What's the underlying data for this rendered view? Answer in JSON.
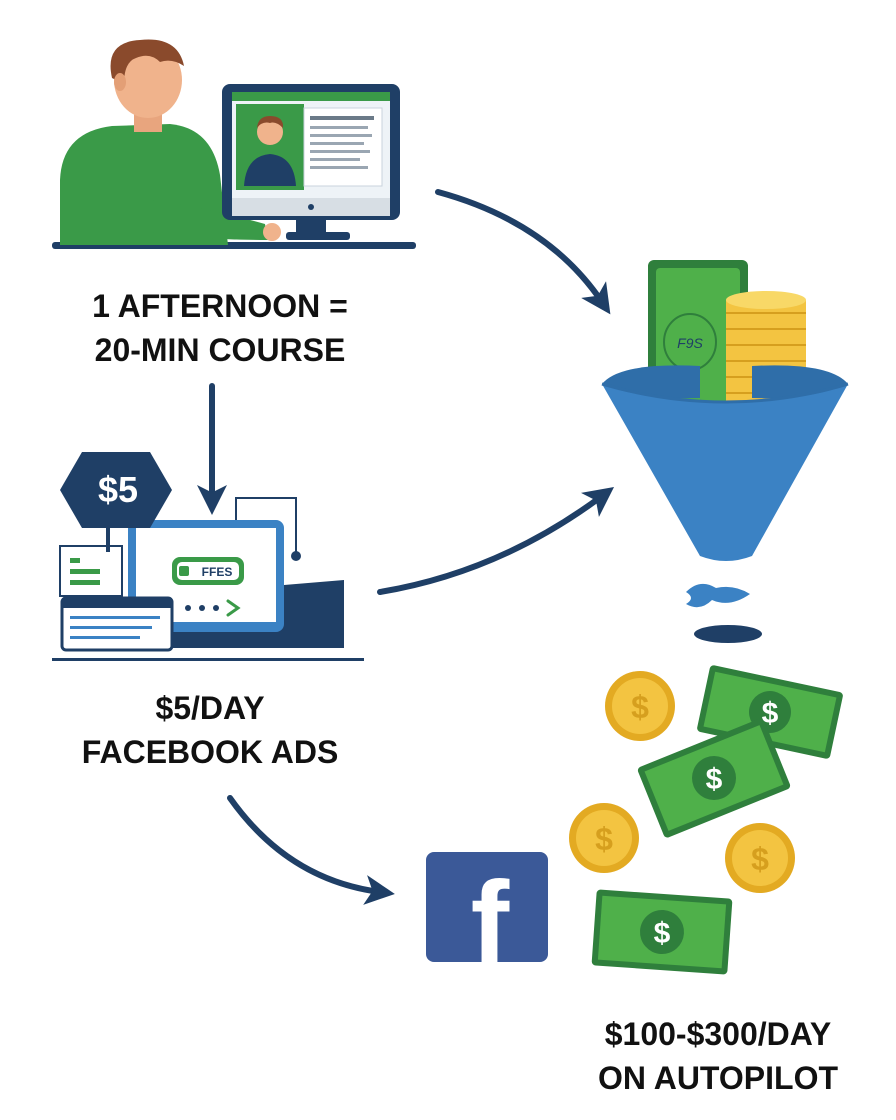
{
  "captions": {
    "course": {
      "line1": "1 AFTERNOON =",
      "line2": "20-MIN COURSE"
    },
    "ads": {
      "line1": "$5/DAY",
      "line2": "FACEBOOK ADS"
    },
    "income": {
      "line1": "$100-$300/DAY",
      "line2": "ON AUTOPILOT"
    }
  },
  "ad_panel": {
    "price_badge": "$5",
    "ad_chip": "FFES"
  },
  "funnel": {
    "bill_label": "F9S"
  },
  "currency_symbol": "$",
  "facebook_logo": "f",
  "colors": {
    "navy": "#1f3f66",
    "green": "#3a9a48",
    "cash_green": "#4fb04a",
    "gold": "#f3c441",
    "funnel_blue": "#3b82c4",
    "facebook_blue": "#3b5998"
  },
  "icons": [
    "person-at-computer-icon",
    "ad-dashboard-icon",
    "funnel-icon",
    "facebook-icon",
    "money-icon",
    "arrow-icon"
  ]
}
